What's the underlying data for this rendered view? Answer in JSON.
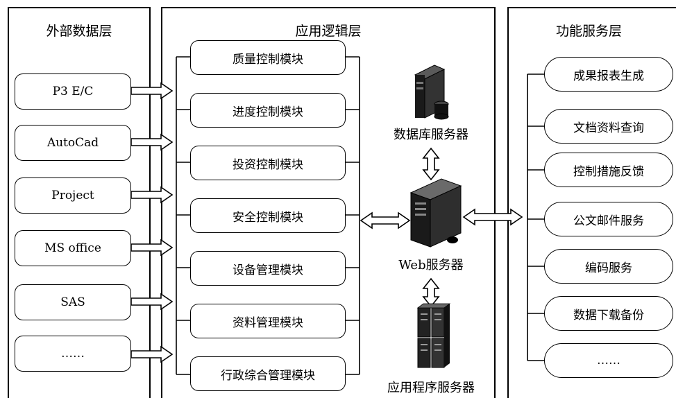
{
  "layers": {
    "external": {
      "title": "外部数据层",
      "items": [
        "P3 E/C",
        "AutoCad",
        "Project",
        "MS office",
        "SAS",
        "……"
      ]
    },
    "logic": {
      "title": "应用逻辑层",
      "modules": [
        "质量控制模块",
        "进度控制模块",
        "投资控制模块",
        "安全控制模块",
        "设备管理模块",
        "资料管理模块",
        "行政综合管理模块"
      ]
    },
    "service": {
      "title": "功能服务层",
      "items": [
        "成果报表生成",
        "文档资料查询",
        "控制措施反馈",
        "公文邮件服务",
        "编码服务",
        "数据下载备份",
        "……"
      ]
    }
  },
  "servers": {
    "database": "数据库服务器",
    "web": "Web服务器",
    "app": "应用程序服务器"
  },
  "icons": {
    "database": "server-tower-with-disk-icon",
    "web": "server-tower-icon",
    "app": "server-rack-cluster-icon"
  }
}
